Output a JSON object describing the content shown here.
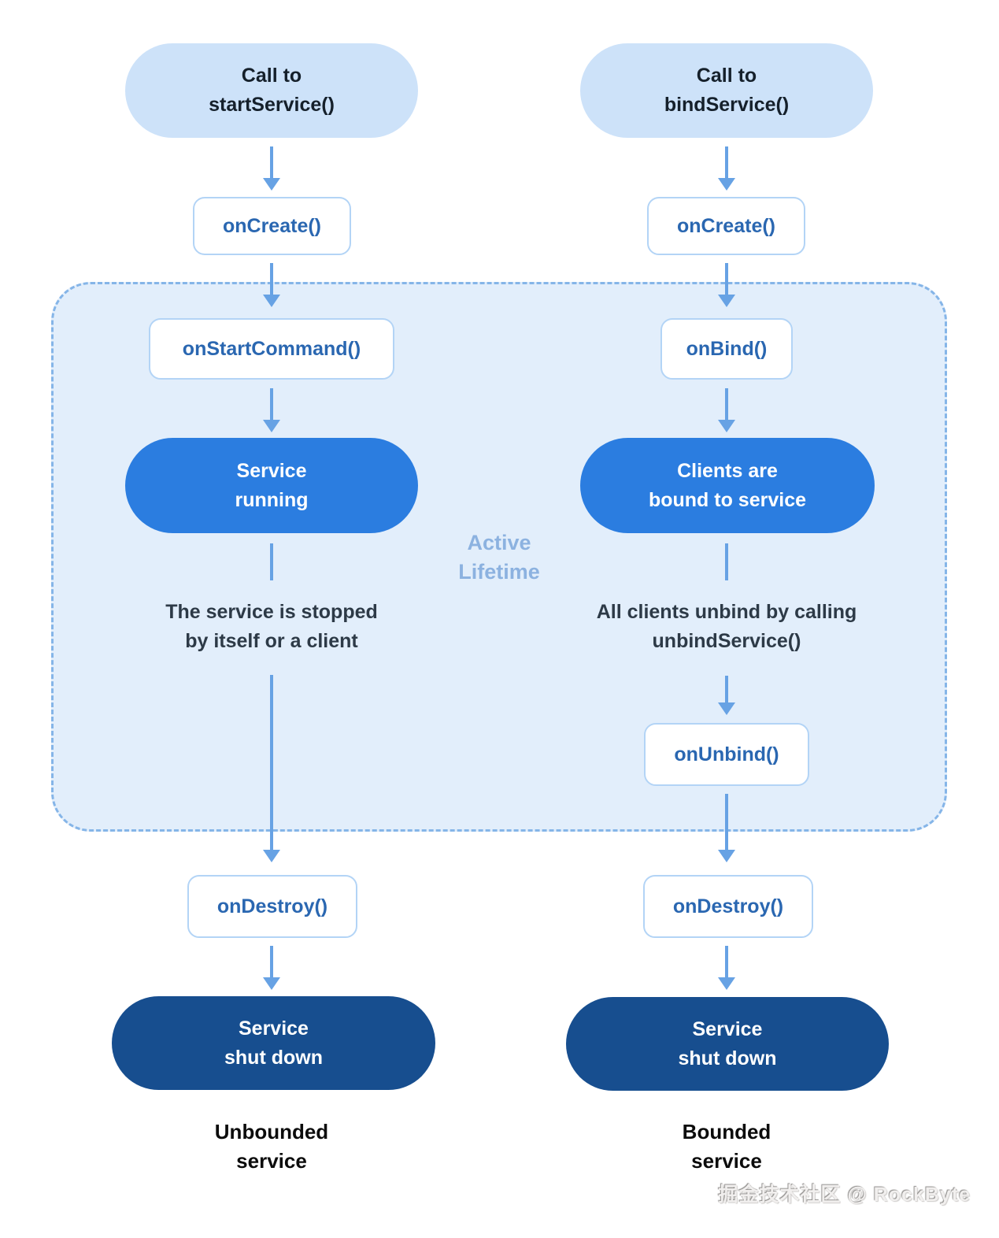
{
  "colors": {
    "primary_blue": "#2b7de0",
    "navy": "#174e8f",
    "light_pill": "#cde2f9",
    "region_fill": "#e2eefb",
    "region_border": "#85b5e8",
    "arrow": "#67a2e4",
    "box_border": "#b3d4f6",
    "box_text": "#2a67b1",
    "active_label_text": "#8cb2e0"
  },
  "left": {
    "call_pill": "Call to\nstartService()",
    "on_create": "onCreate()",
    "on_start_command": "onStartCommand()",
    "service_running": "Service\nrunning",
    "stop_note": "The service is stopped\nby itself or a client",
    "on_destroy": "onDestroy()",
    "service_shutdown": "Service\nshut down",
    "caption": "Unbounded\nservice"
  },
  "right": {
    "call_pill": "Call to\nbindService()",
    "on_create": "onCreate()",
    "on_bind": "onBind()",
    "clients_bound": "Clients are\nbound to service",
    "unbind_note": "All clients unbind by calling\nunbindService()",
    "on_unbind": "onUnbind()",
    "on_destroy": "onDestroy()",
    "service_shutdown": "Service\nshut down",
    "caption": "Bounded\nservice"
  },
  "active_lifetime": "Active\nLifetime",
  "watermark": "掘金技术社区 @ RockByte"
}
